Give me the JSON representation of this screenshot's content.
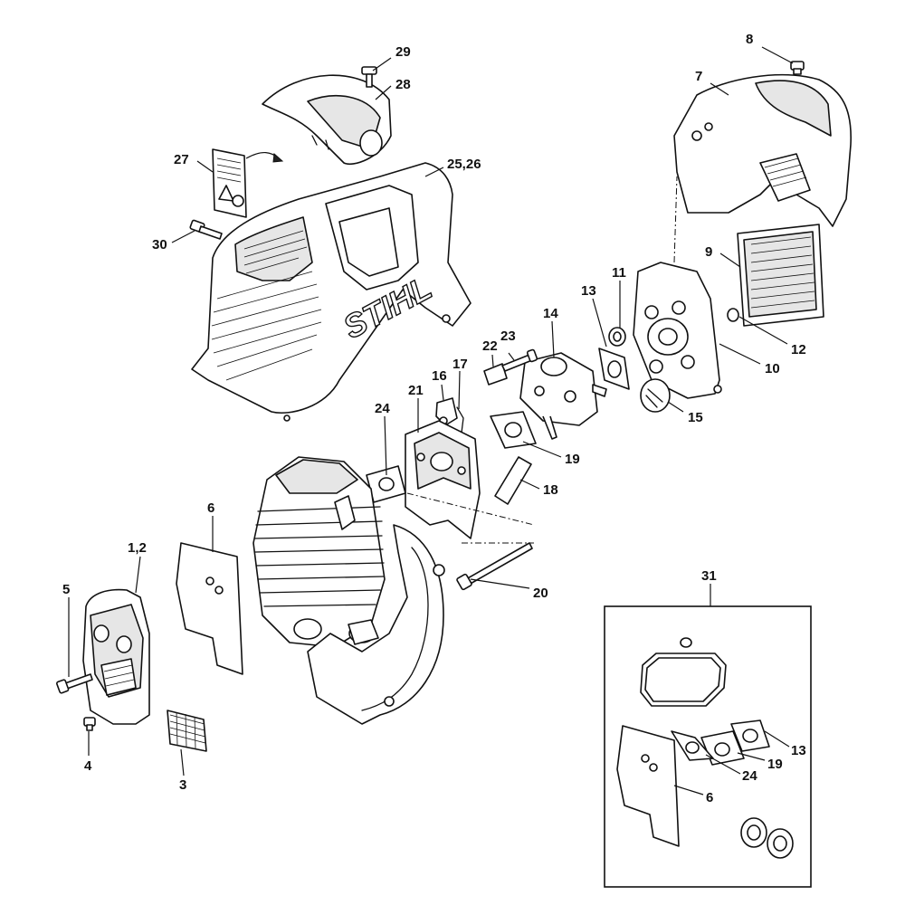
{
  "labels": {
    "l29": "29",
    "l28": "28",
    "l27": "27",
    "l25_26": "25,26",
    "l30": "30",
    "l8": "8",
    "l7": "7",
    "l9": "9",
    "l11": "11",
    "l13": "13",
    "l12": "12",
    "l10": "10",
    "l14": "14",
    "l23": "23",
    "l22": "22",
    "l16": "16",
    "l17": "17",
    "l21": "21",
    "l15": "15",
    "l24": "24",
    "l19": "19",
    "l18": "18",
    "l6": "6",
    "l1_2": "1,2",
    "l5": "5",
    "l20": "20",
    "l4": "4",
    "l3": "3",
    "k31": "31",
    "k13": "13",
    "k19": "19",
    "k24": "24",
    "k6": "6"
  },
  "logo_text": "STIHL",
  "colors": {
    "ink": "#111111",
    "paper": "#ffffff",
    "shade": "#e6e6e6"
  }
}
